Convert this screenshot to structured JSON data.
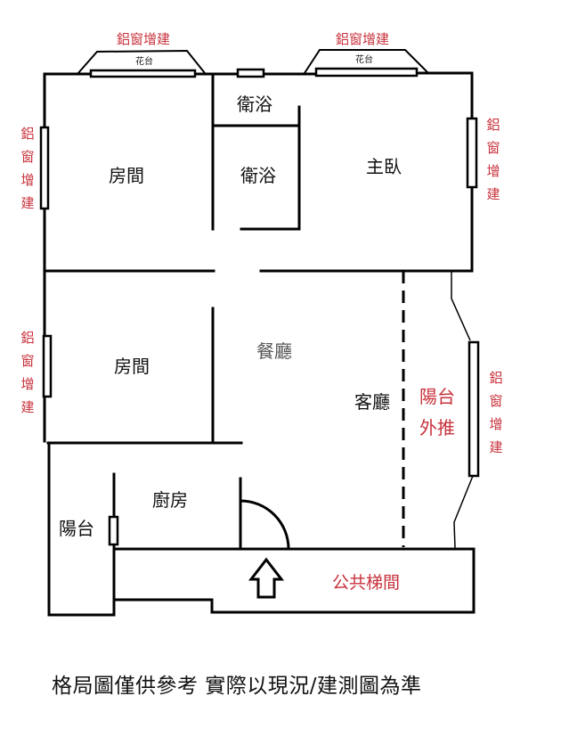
{
  "rooms": {
    "bedroom_top_left": "房間",
    "bath_top": "衛浴",
    "bath_main": "衛浴",
    "master_bedroom": "主臥",
    "bedroom_mid_left": "房間",
    "dining": "餐廳",
    "living": "客廳",
    "kitchen": "廚房",
    "balcony_left": "陽台",
    "balcony_ext_line1": "陽台",
    "balcony_ext_line2": "外推",
    "public_stairwell": "公共梯間"
  },
  "annotations": {
    "top_left_window": "鋁窗增建",
    "top_left_planter": "花台",
    "top_right_window": "鋁窗增建",
    "top_right_planter": "花台",
    "left_top_window": [
      "鋁",
      "窗",
      "增",
      "建"
    ],
    "left_mid_window": [
      "鋁",
      "窗",
      "增",
      "建"
    ],
    "right_top_window": [
      "鋁",
      "窗",
      "增",
      "建"
    ],
    "right_mid_window": [
      "鋁",
      "窗",
      "增",
      "建"
    ]
  },
  "caption": "格局圖僅供參考  實際以現況/建測圖為準",
  "colors": {
    "wall": "#000000",
    "annotation": "#c8323c",
    "background": "#ffffff"
  },
  "icons": {
    "entrance": "up-arrow-outline",
    "door_swing": "quarter-arc"
  }
}
